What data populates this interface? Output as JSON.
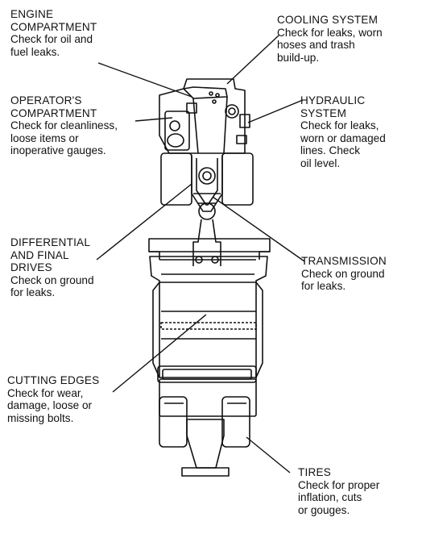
{
  "labels": {
    "engine": {
      "title": [
        "ENGINE",
        "COMPARTMENT"
      ],
      "desc": [
        "Check for oil and",
        "fuel leaks."
      ]
    },
    "cooling": {
      "title": [
        "COOLING SYSTEM"
      ],
      "desc": [
        "Check for leaks, worn",
        "hoses and trash",
        "build-up."
      ]
    },
    "operator": {
      "title": [
        "OPERATOR'S",
        "COMPARTMENT"
      ],
      "desc": [
        "Check for cleanliness,",
        "loose items or",
        "inoperative gauges."
      ]
    },
    "hydraulic": {
      "title": [
        "HYDRAULIC",
        "SYSTEM"
      ],
      "desc": [
        "Check for leaks,",
        "worn or damaged",
        "lines. Check",
        "oil level."
      ]
    },
    "differential": {
      "title": [
        "DIFFERENTIAL",
        "AND FINAL",
        "DRIVES"
      ],
      "desc": [
        "Check on ground",
        "for leaks."
      ]
    },
    "transmission": {
      "title": [
        "TRANSMISSION"
      ],
      "desc": [
        "Check on ground",
        "for leaks."
      ]
    },
    "cutting": {
      "title": [
        "CUTTING EDGES"
      ],
      "desc": [
        "Check for wear,",
        "damage, loose or",
        "missing bolts."
      ]
    },
    "tires": {
      "title": [
        "TIRES"
      ],
      "desc": [
        "Check for proper",
        "inflation, cuts",
        "or gouges."
      ]
    }
  }
}
